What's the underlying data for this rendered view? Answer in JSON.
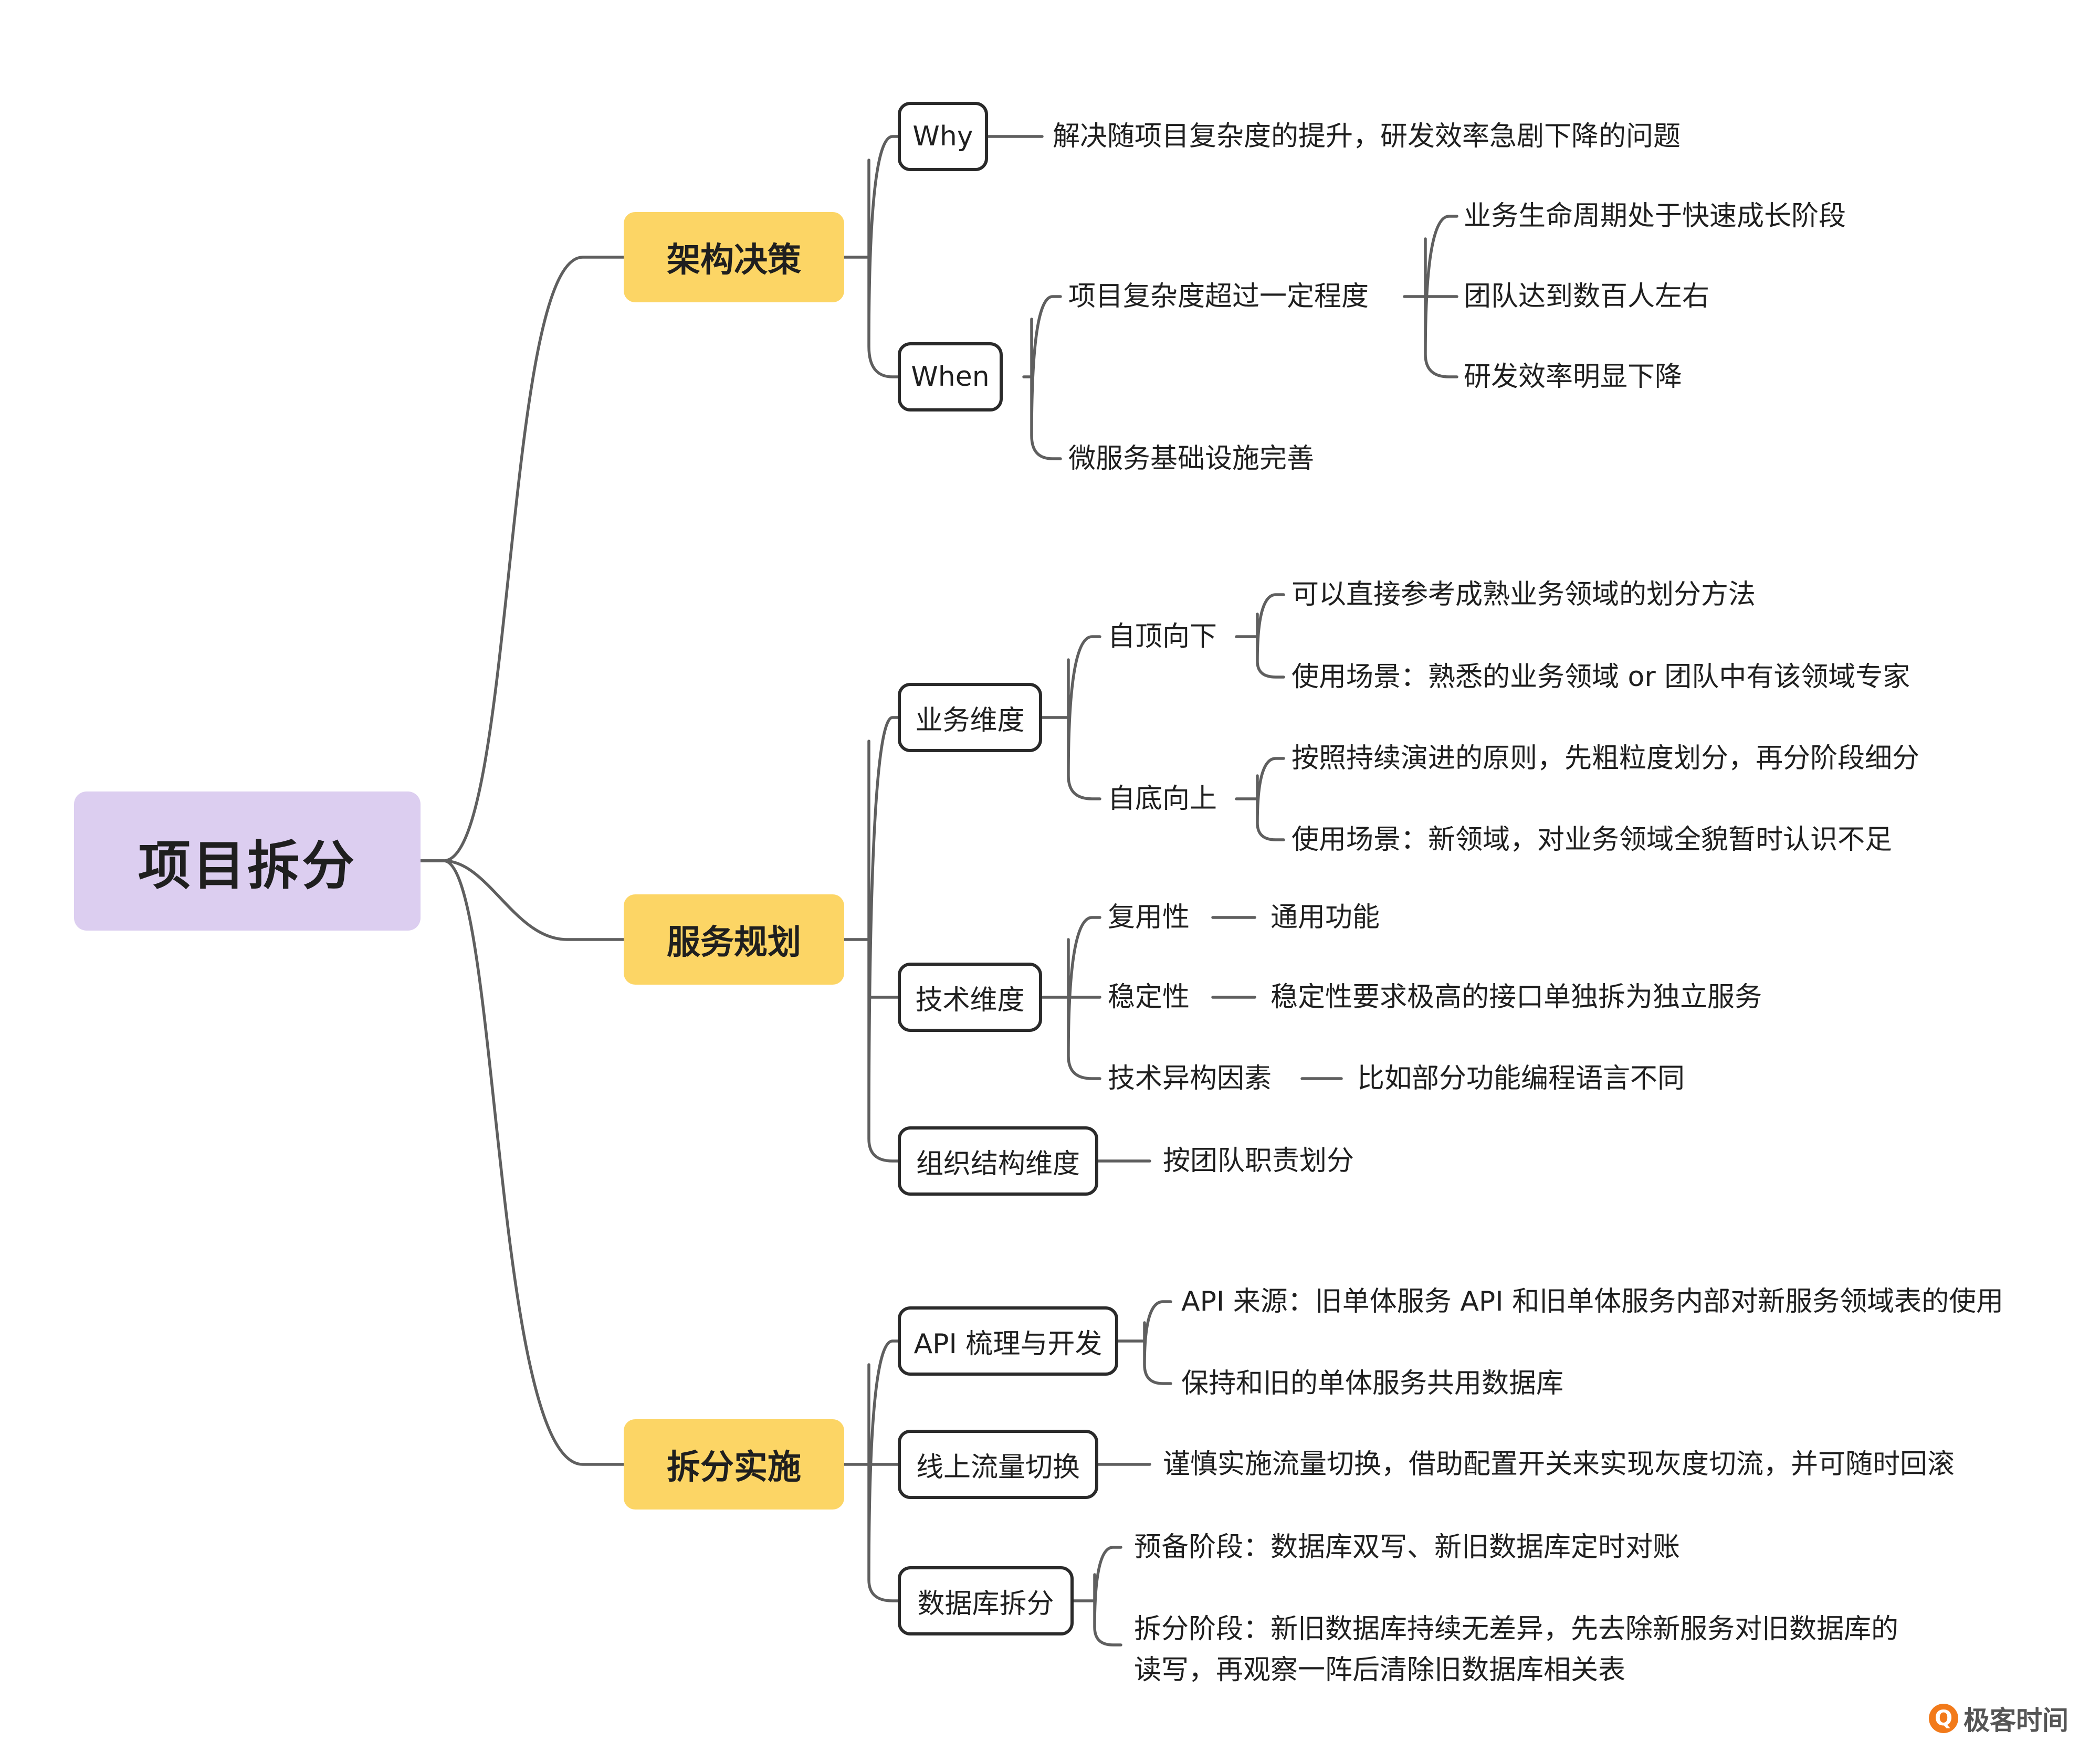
{
  "root": {
    "title": "项目拆分"
  },
  "branches": {
    "decision": {
      "title": "架构决策",
      "why": {
        "label": "Why",
        "text": "解决随项目复杂度的提升，研发效率急剧下降的问题"
      },
      "when": {
        "label": "When",
        "complexity": "项目复杂度超过一定程度",
        "complexity_items": [
          "业务生命周期处于快速成长阶段",
          "团队达到数百人左右",
          "研发效率明显下降"
        ],
        "infra": "微服务基础设施完善"
      }
    },
    "planning": {
      "title": "服务规划",
      "business": {
        "label": "业务维度",
        "top_down": "自顶向下",
        "top_down_items": [
          "可以直接参考成熟业务领域的划分方法",
          "使用场景：熟悉的业务领域 or 团队中有该领域专家"
        ],
        "bottom_up": "自底向上",
        "bottom_up_items": [
          "按照持续演进的原则，先粗粒度划分，再分阶段细分",
          "使用场景：新领域，对业务领域全貌暂时认识不足"
        ]
      },
      "technical": {
        "label": "技术维度",
        "reuse": "复用性",
        "reuse_item": "通用功能",
        "stability": "稳定性",
        "stability_item": "稳定性要求极高的接口单独拆为独立服务",
        "hetero": "技术异构因素",
        "hetero_item": "比如部分功能编程语言不同"
      },
      "org": {
        "label": "组织结构维度",
        "item": "按团队职责划分"
      }
    },
    "implementation": {
      "title": "拆分实施",
      "api": {
        "label": "API 梳理与开发",
        "items": [
          "API 来源：旧单体服务 API 和旧单体服务内部对新服务领域表的使用",
          "保持和旧的单体服务共用数据库"
        ]
      },
      "traffic": {
        "label": "线上流量切换",
        "item": "谨慎实施流量切换，借助配置开关来实现灰度切流，并可随时回滚"
      },
      "db": {
        "label": "数据库拆分",
        "items": [
          "预备阶段：数据库双写、新旧数据库定时对账",
          "拆分阶段：新旧数据库持续无差异，先去除新服务对旧数据库的读写，再观察一阵后清除旧数据库相关表"
        ]
      }
    }
  },
  "watermark": {
    "text": "极客时间"
  },
  "colors": {
    "root": "#dccef0",
    "branch": "#fcd565",
    "line": "#5f5f5f"
  }
}
